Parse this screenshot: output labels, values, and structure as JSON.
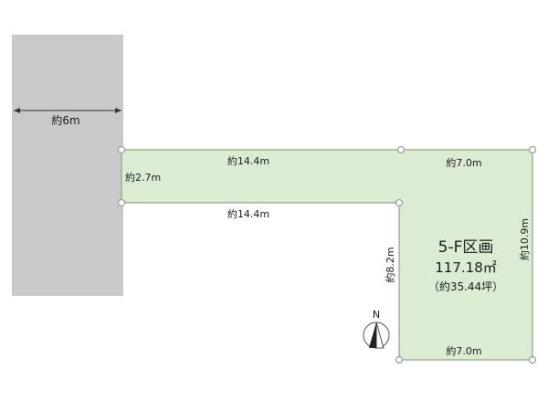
{
  "colors": {
    "road": "#c8c9ca",
    "lot_fill": "#dcecd3",
    "lot_stroke": "#8aa882",
    "vertex_stroke": "#9a9a9a"
  },
  "road": {
    "width_label": "約6m"
  },
  "lot": {
    "name": "5-F区画",
    "area": "117.18㎡",
    "area_tsubo": "（約35.44坪）"
  },
  "dimensions": {
    "top_left": "約14.4m",
    "top_right": "約7.0m",
    "frontage": "約2.7m",
    "inner_horizontal": "約14.4m",
    "inner_vertical": "約8.2m",
    "right_side": "約10.9m",
    "bottom": "約7.0m"
  },
  "compass": {
    "label": "N",
    "icon": "north-arrow-icon"
  }
}
